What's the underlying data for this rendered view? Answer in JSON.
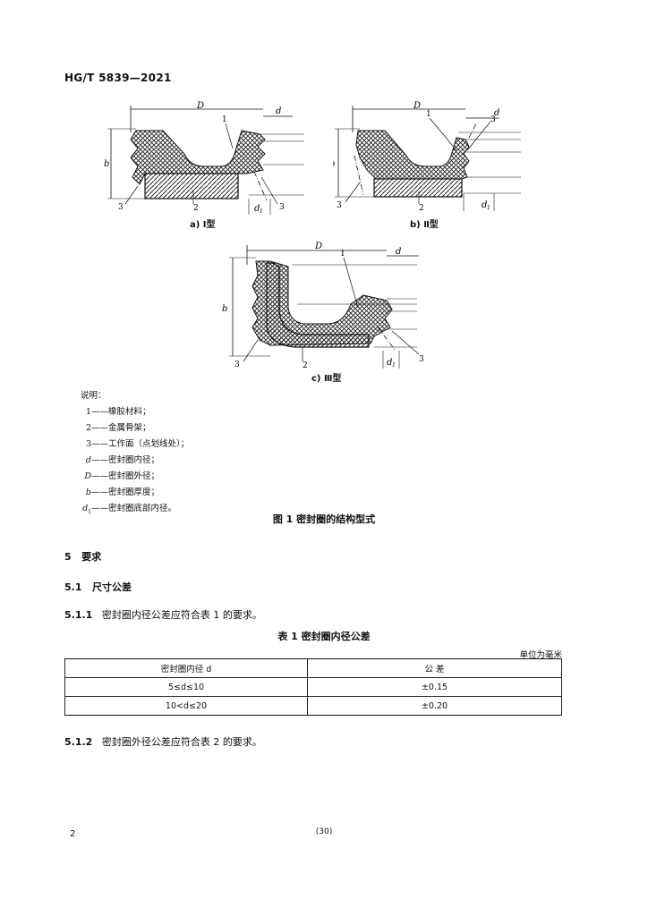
{
  "header": {
    "std_no": "HG/T 5839—2021"
  },
  "figure": {
    "dim_labels": {
      "D": "D",
      "d": "d",
      "b": "b",
      "d1_base": "d",
      "d1_sub": "1"
    },
    "callouts": {
      "one": "1",
      "two": "2",
      "three": "3"
    },
    "subcaptions": {
      "a": "a)  Ⅰ型",
      "b": "b)  Ⅱ型",
      "c": "c)  Ⅲ型"
    },
    "legend_title": "说明：",
    "legend": [
      {
        "sym": "1",
        "text": "——橡胶材料；"
      },
      {
        "sym": "2",
        "text": "——金属骨架；"
      },
      {
        "sym": "3",
        "text": "——工作面（点划线处）；"
      },
      {
        "sym": "d",
        "text": "——密封圈内径；"
      },
      {
        "sym": "D",
        "text": "——密封圈外径；"
      },
      {
        "sym": "b",
        "text": "——密封圈厚度；"
      },
      {
        "sym": "d",
        "sub": "1",
        "text": "——密封圈底部内径。"
      }
    ],
    "caption": "图 1   密封圈的结构型式"
  },
  "section5": {
    "num": "5",
    "title": "要求"
  },
  "section5_1": {
    "num": "5.1",
    "title": "尺寸公差"
  },
  "p511": {
    "num": "5.1.1",
    "text": "密封圈内径公差应符合表 1 的要求。"
  },
  "table1": {
    "title": "表 1   密封圈内径公差",
    "unit": "单位为毫米",
    "headers": [
      "密封圈内径 d",
      "公    差"
    ],
    "rows": [
      [
        "5≤d≤10",
        "±0.15"
      ],
      [
        "10<d≤20",
        "±0.20"
      ]
    ]
  },
  "p512": {
    "num": "5.1.2",
    "text": "密封圈外径公差应符合表 2 的要求。"
  },
  "footer": {
    "page": "2",
    "mark": "(30)"
  }
}
